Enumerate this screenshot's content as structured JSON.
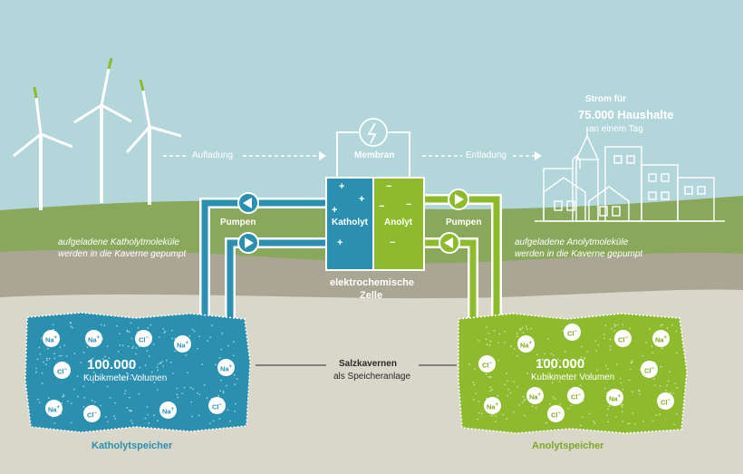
{
  "labels": {
    "household_line1": "Strom für",
    "household_line2": "75.000 Haushalte",
    "household_line3": "an einem Tag",
    "charging": "Aufladung",
    "discharging": "Entladung",
    "membrane": "Membran",
    "catholyte": "Katholyt",
    "anolyte": "Anolyt",
    "pump_left": "Pumpen",
    "pump_right": "Pumpen",
    "cell_line1": "elektrochemische",
    "cell_line2": "Zelle",
    "catholyte_caption_line1": "aufgeladene Katholytmoleküle",
    "catholyte_caption_line2": "werden in die Kaverne gepumpt",
    "anolyte_caption_line1": "aufgeladene Anolytmoleküle",
    "anolyte_caption_line2": "werden in die Kaverne gepumpt",
    "cavern_title": "Salzkavernen",
    "cavern_subtitle": "als Speicheranlage",
    "left_volume_number": "100.000",
    "left_volume_unit": "Kubikmeter Volumen",
    "right_volume_number": "100.000",
    "right_volume_unit": "Kubikmeter Volumen",
    "left_tank": "Katholytspeicher",
    "right_tank": "Anolytspeicher"
  },
  "ions": {
    "left": [
      "Na",
      "Na",
      "Cl",
      "Na",
      "Cl",
      "Na",
      "Na",
      "Cl",
      "Na",
      "Cl"
    ],
    "left_charges": [
      "+",
      "+",
      "−",
      "+",
      "−",
      "+",
      "+",
      "−",
      "+",
      "−"
    ],
    "right": [
      "Na",
      "Cl",
      "Cl",
      "Na",
      "Cl",
      "Cl",
      "Na",
      "Cl",
      "Na",
      "Cl",
      "Na",
      "Cl"
    ],
    "right_charges": [
      "+",
      "−",
      "−",
      "+",
      "−",
      "−",
      "+",
      "−",
      "+",
      "−",
      "+",
      "−"
    ]
  },
  "cell_symbols": {
    "catholyte": [
      "+",
      "+",
      "+",
      "+"
    ],
    "anolyte": [
      "−",
      "−",
      "−",
      "−"
    ]
  },
  "colors": {
    "sky": "#b3d6db",
    "hill": "#8aa85c",
    "ground_band": "#aaa694",
    "ground": "#d8d7c9",
    "catholyte": "#2b8fb0",
    "anolyte": "#8ebb2e",
    "pipe": "#ffffff"
  }
}
